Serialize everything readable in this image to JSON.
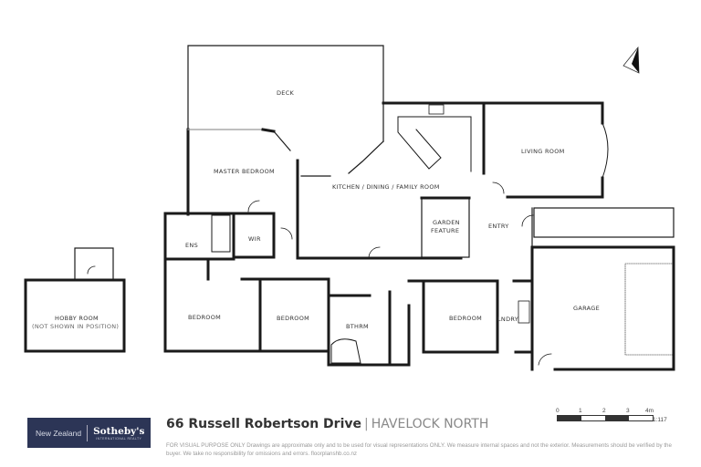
{
  "rooms": {
    "deck": "DECK",
    "master_bedroom": "MASTER BEDROOM",
    "kitchen": "KITCHEN / DINING / FAMILY ROOM",
    "living_room": "LIVING ROOM",
    "garden_feature_1": "GARDEN",
    "garden_feature_2": "FEATURE",
    "entry": "ENTRY",
    "ens": "ENS",
    "wir": "WIR",
    "bedroom_1": "BEDROOM",
    "bedroom_2": "BEDROOM",
    "bathroom": "BTHRM",
    "bedroom_3": "BEDROOM",
    "laundry": "LNDRY",
    "garage": "GARAGE",
    "hobby_room": "HOBBY ROOM",
    "hobby_note": "(NOT SHOWN IN POSITION)"
  },
  "compass": {
    "label": "N"
  },
  "branding": {
    "region": "New Zealand",
    "brand": "Sotheby's",
    "brand_sub": "INTERNATIONAL REALTY",
    "brand_color": "#2c3556"
  },
  "address": {
    "street": "66 Russell Robertson Drive",
    "separator": "|",
    "town": "HAVELOCK NORTH"
  },
  "disclaimer": "FOR VISUAL PURPOSE ONLY Drawings are approximate only and to be used for visual representations ONLY. We measure internal spaces and not the exterior. Measurements should be verified by the buyer. We take no responsibility for omissions and errors. floorplanshb.co.nz",
  "scale": {
    "ticks": [
      "0",
      "1",
      "2",
      "3",
      "4m"
    ],
    "ratio": "1:117"
  }
}
